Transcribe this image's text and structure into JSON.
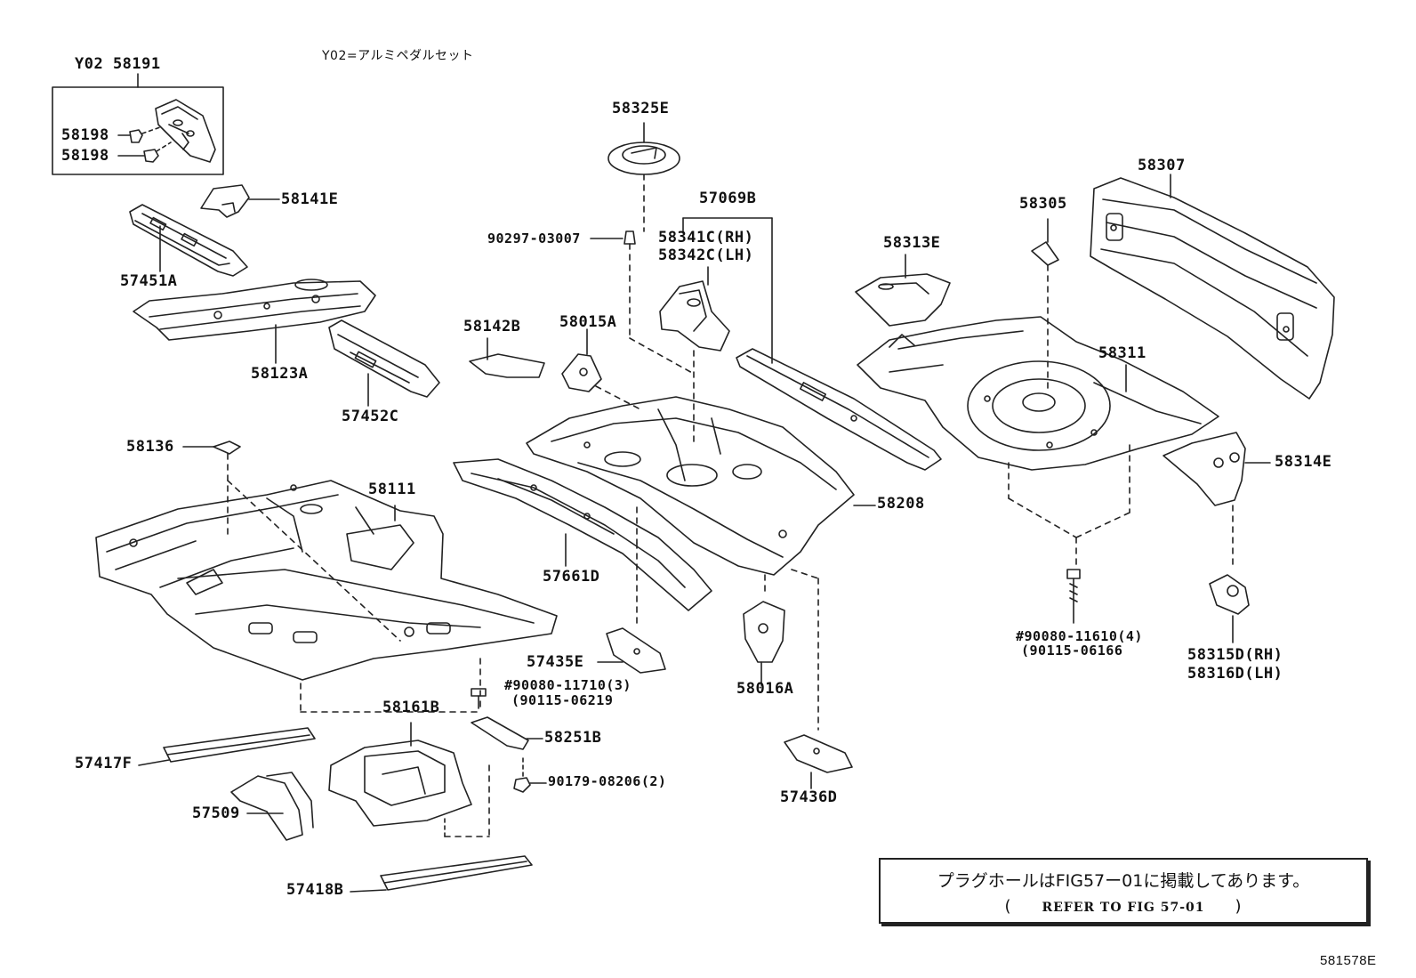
{
  "header": {
    "group_label": "Y02 58191",
    "legend_note": "Y02=アルミペダルセット"
  },
  "parts": {
    "p58198_a": "58198",
    "p58198_b": "58198",
    "p58141E": "58141E",
    "p57451A": "57451A",
    "p58123A": "58123A",
    "p57452C": "57452C",
    "p58136": "58136",
    "p58111": "58111",
    "p57417F": "57417F",
    "p58161B": "58161B",
    "p57509": "57509",
    "p57418B": "57418B",
    "p58142B": "58142B",
    "p58015A": "58015A",
    "p57661D": "57661D",
    "p57435E": "57435E",
    "p90080_11710": "#90080-11710(3)",
    "p90115_06219": "(90115-06219",
    "p58251B": "58251B",
    "p90179_08206": "90179-08206(2)",
    "p58325E": "58325E",
    "p90297_03007": "90297-03007",
    "p57069B": "57069B",
    "p58341C": "58341C(RH)",
    "p58342C": "58342C(LH)",
    "p58208": "58208",
    "p58016A": "58016A",
    "p57436D": "57436D",
    "p58313E": "58313E",
    "p58305": "58305",
    "p58307": "58307",
    "p58311": "58311",
    "p58314E": "58314E",
    "p90080_11610": "#90080-11610(4)",
    "p90115_06166": "(90115-06166",
    "p58315D": "58315D(RH)",
    "p58316D": "58316D(LH)"
  },
  "note": {
    "jp": "プラグホールはFIG57ー01に掲載してあります。",
    "en_open": "(",
    "en": "REFER TO FIG 57-01",
    "en_close": ")"
  },
  "figure_id": "581578E"
}
